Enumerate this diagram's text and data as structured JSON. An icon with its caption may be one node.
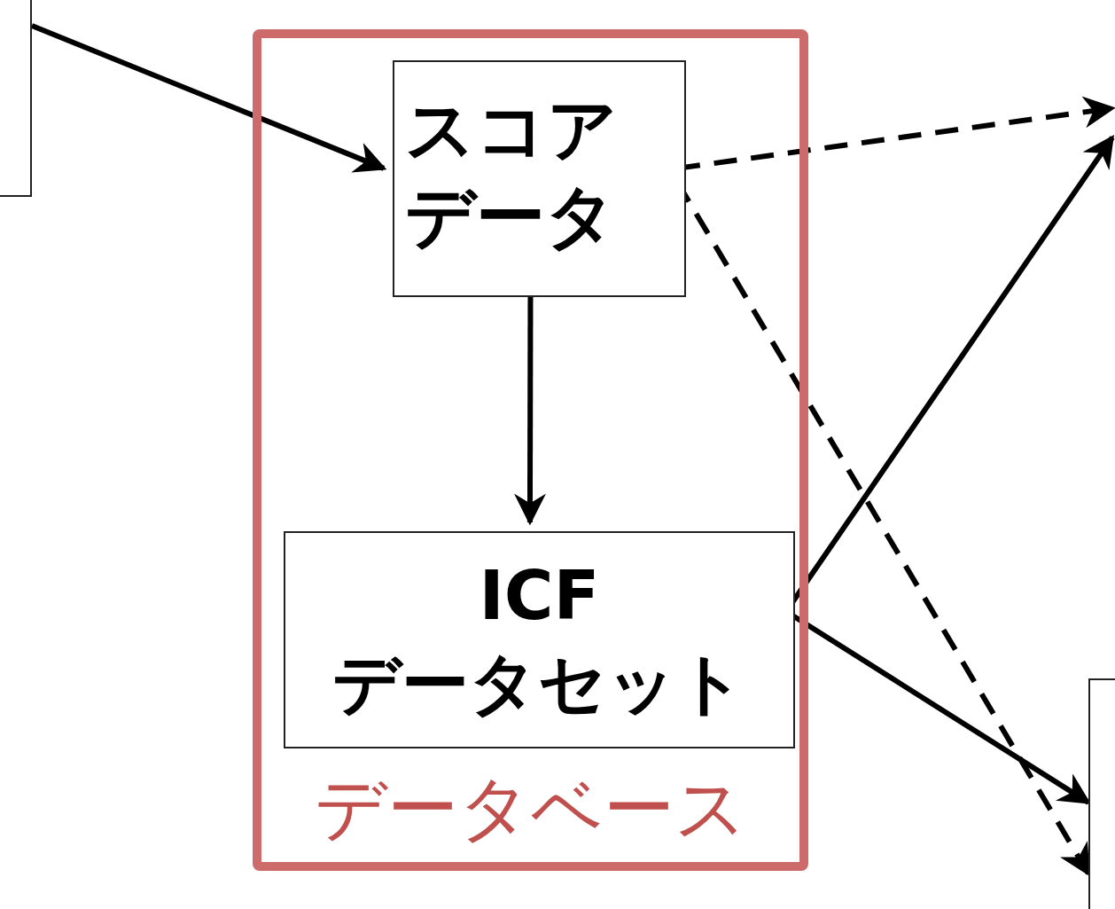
{
  "diagram": {
    "nodes": [
      {
        "text": [],
        "shape": "box"
      },
      {
        "text": [
          "データベース"
        ]
      },
      {
        "text": [
          "スコアデータ"
        ],
        "in": 1
      },
      {
        "text": [
          "ICFデータセット"
        ],
        "in": 1
      },
      {
        "text": [],
        "shape": "box"
      }
    ],
    "edges": [
      {
        "from": 0,
        "to": 2,
        "arrow": "to"
      },
      {
        "from": 2,
        "to": 3,
        "arrow": "to"
      },
      {
        "from": 2,
        "to": null,
        "arrow": "to",
        "style": "dashed"
      },
      {
        "from": 2,
        "to": 4,
        "arrow": "to",
        "style": "dashed"
      },
      {
        "from": 3,
        "to": null,
        "arrow": "to"
      },
      {
        "from": 3,
        "to": 4,
        "arrow": "to"
      }
    ]
  }
}
